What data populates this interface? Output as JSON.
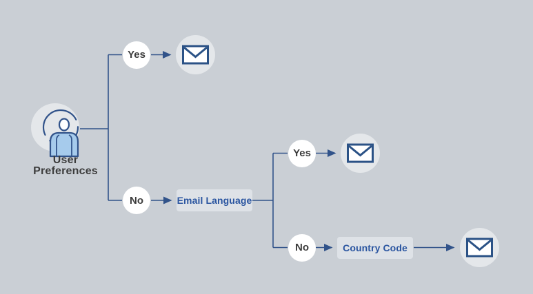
{
  "flowchart": {
    "root": {
      "line1": "User",
      "line2": "Preferences",
      "icon": "user-icon"
    },
    "decision1": {
      "yes": "Yes",
      "no": "No"
    },
    "email_language": {
      "label": "Email Language"
    },
    "decision2": {
      "yes": "Yes",
      "no": "No"
    },
    "country_code": {
      "label": "Country Code"
    },
    "outcome_icon": "email-icon"
  },
  "colors": {
    "background": "#cacfd5",
    "line": "#31538a",
    "node_fill": "#dee2e7",
    "halo_fill": "#e4e7ea",
    "decision_fill": "#ffffff",
    "text_dark": "#3c3c3c",
    "text_blue": "#2a55a0",
    "person_fill": "#a6cbec",
    "envelope_stroke": "#2b5286"
  }
}
